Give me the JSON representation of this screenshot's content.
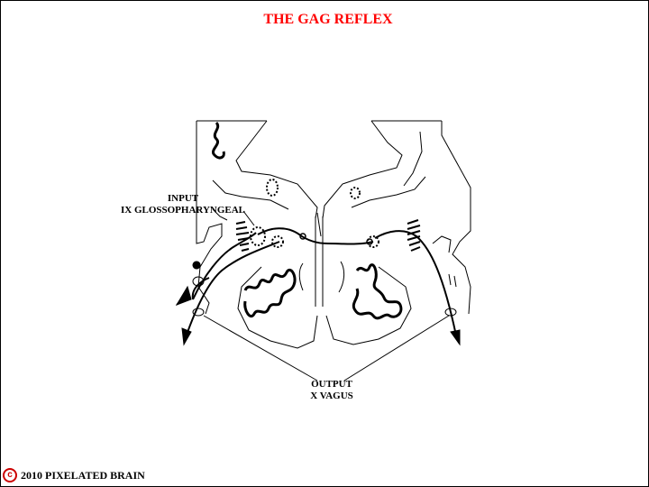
{
  "title": "THE GAG REFLEX",
  "labels": {
    "input_line1": "INPUT",
    "input_line2": "IX GLOSSOPHARYNGEAL",
    "output_line1": "OUTPUT",
    "output_line2": "X  VAGUS"
  },
  "footer": {
    "copyright_symbol": "c",
    "text": "2010  PIXELATED BRAIN"
  },
  "colors": {
    "title": "#ff0000",
    "copyright": "#cc0000",
    "ink": "#000000"
  },
  "icons": {
    "copyright": "copyright-icon"
  }
}
